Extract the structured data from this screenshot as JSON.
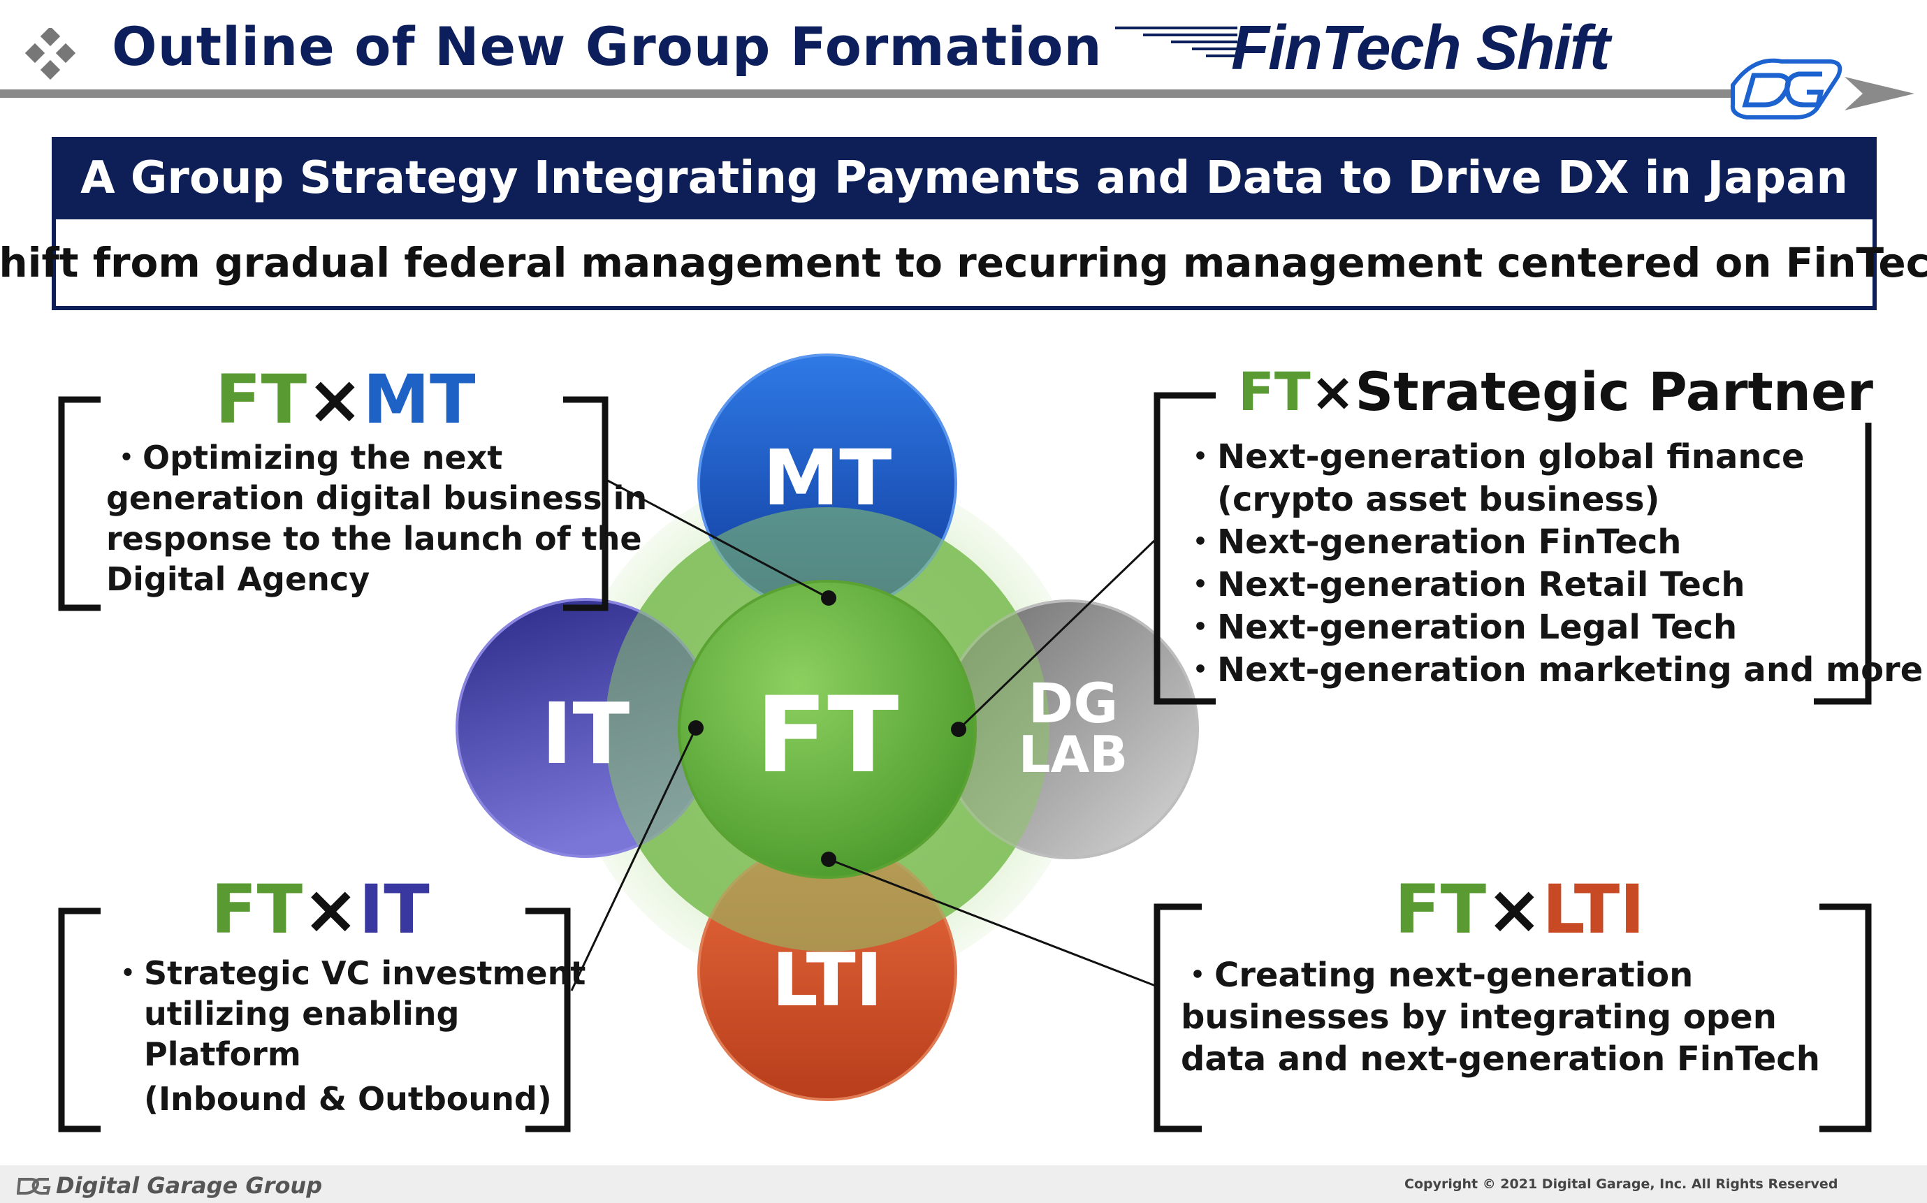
{
  "slide": {
    "title": "Outline of New Group Formation",
    "brand": "FinTech Shift"
  },
  "banner": {
    "headline": "A Group Strategy Integrating Payments and Data to Drive DX in Japan",
    "subline": "Shift from gradual federal management to recurring management centered on FinTech"
  },
  "circles": {
    "center": "FT",
    "top": "MT",
    "left": "IT",
    "right_line1": "DG",
    "right_line2": "LAB",
    "bottom": "LTI"
  },
  "panels": {
    "mt": {
      "prefix": "FT",
      "times": "×",
      "suffix": "MT",
      "lines": [
        "・Optimizing the next",
        "generation digital business in",
        "response to the launch of the",
        "Digital Agency"
      ]
    },
    "partner": {
      "prefix": "FT",
      "times": "×",
      "suffix": "Strategic Partner",
      "lines": [
        "・Next-generation global finance",
        "　(crypto asset business)",
        "・Next-generation FinTech",
        "・Next-generation Retail Tech",
        "・Next-generation Legal Tech",
        "・Next-generation marketing and more"
      ]
    },
    "it": {
      "prefix": "FT",
      "times": "×",
      "suffix": "IT",
      "lines": [
        "・Strategic VC investment",
        "　utilizing enabling",
        "　Platform",
        "　(Inbound & Outbound)"
      ]
    },
    "lti": {
      "prefix": "FT",
      "times": "×",
      "suffix": "LTI",
      "lines": [
        "・Creating next-generation",
        "businesses by integrating open",
        "data and next-generation FinTech"
      ]
    }
  },
  "footer": {
    "company": "Digital Garage Group",
    "copyright": "Copyright © 2021 Digital Garage, Inc. All Rights Reserved"
  },
  "colors": {
    "navy": "#0e1e57",
    "ft_green": "#5a9a32",
    "mt_blue": "#1f62c6",
    "it_indigo": "#3838a0",
    "lti_orange": "#c84a24",
    "lab_gray": "#8c8c8c"
  }
}
